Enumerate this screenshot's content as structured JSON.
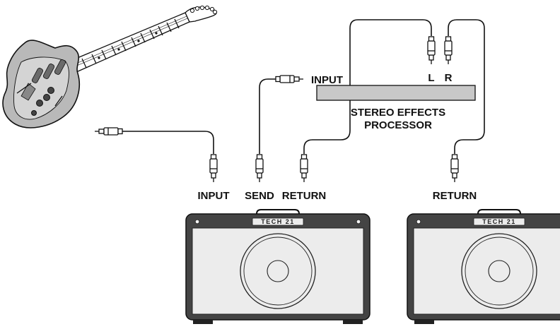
{
  "processor": {
    "line1": "STEREO EFFECTS",
    "line2": "PROCESSOR",
    "input_label": "INPUT",
    "left_label": "L",
    "right_label": "R"
  },
  "amp_left": {
    "brand": "TECH 21",
    "input_label": "INPUT",
    "send_label": "SEND",
    "return_label": "RETURN"
  },
  "amp_right": {
    "brand": "TECH 21",
    "return_label": "RETURN"
  },
  "colors": {
    "guitar_body": "#b9b9b9",
    "processor_panel": "#c8c8c8",
    "amp_panel": "#ececec",
    "amp_tolex": "#444444",
    "ink": "#111111"
  }
}
